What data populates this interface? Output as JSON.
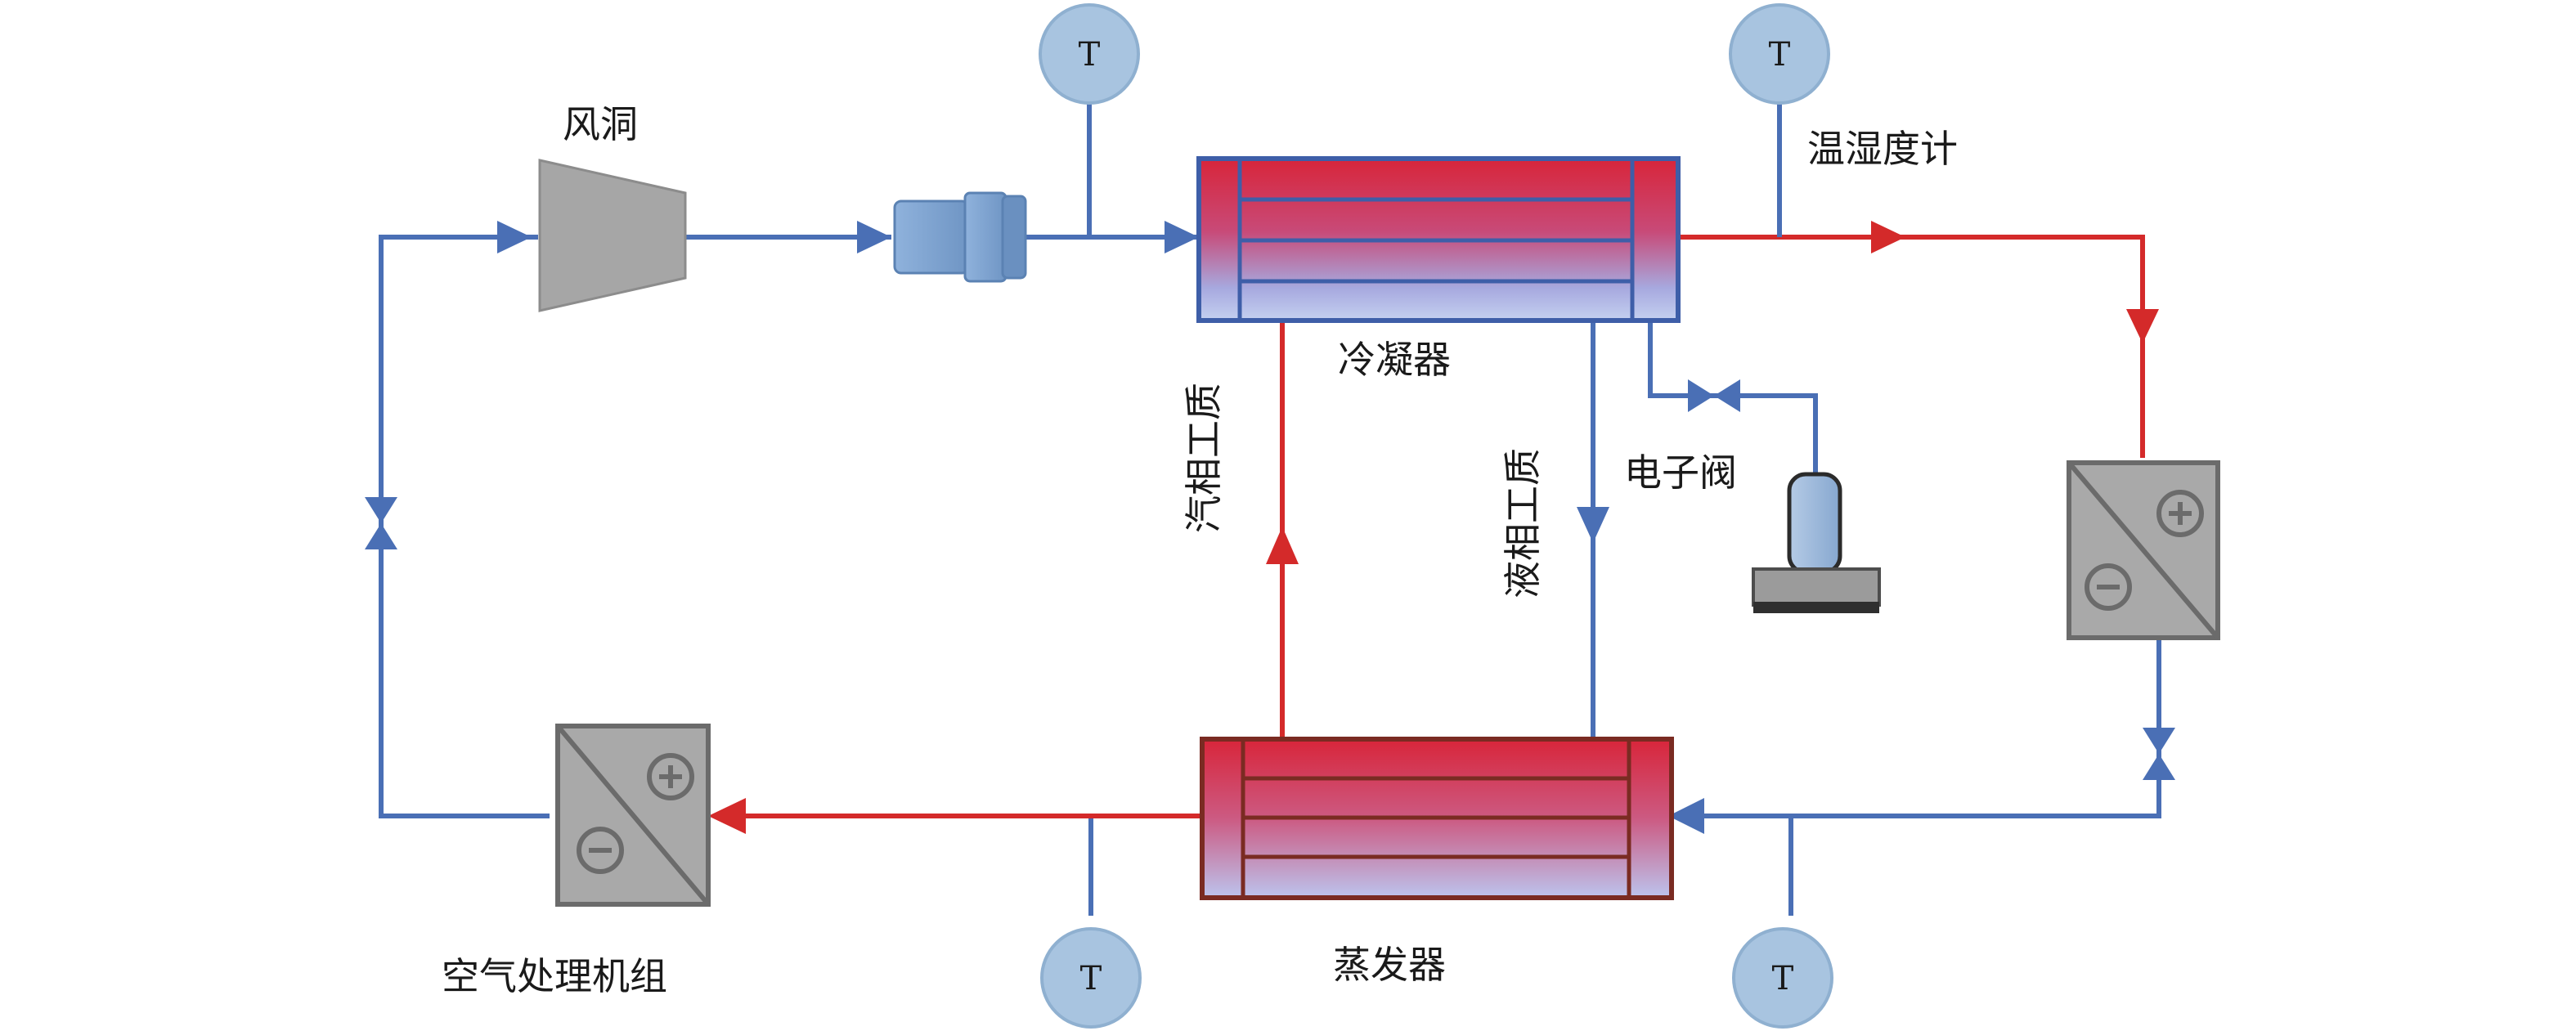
{
  "labels": {
    "wind_tunnel": "风洞",
    "condenser": "冷凝器",
    "evaporator": "蒸发器",
    "hygrometer": "温湿度计",
    "electronic_valve": "电子阀",
    "vapor_phase": "汽相工质",
    "liquid_phase": "液相工质",
    "air_handling_unit": "空气处理机组"
  },
  "temperature_sensors": [
    "T",
    "T",
    "T",
    "T"
  ],
  "colors": {
    "cold_line": "#4a6fb5",
    "hot_line": "#d42a2a",
    "sensor_fill": "#a8c4e0",
    "sensor_stroke": "#8fb0d0",
    "unit_fill": "#a9a9a9",
    "unit_stroke": "#6b6b6b",
    "tunnel_fill": "#a6a6a6",
    "fan_fill": "#7fa6d4"
  }
}
